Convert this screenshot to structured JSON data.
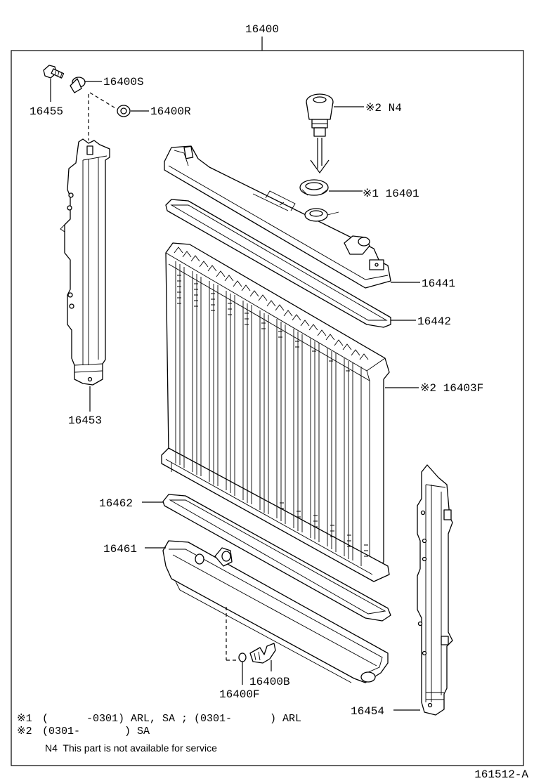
{
  "assembly_label": "16400",
  "part_labels": {
    "p16455": "16455",
    "p16400S": "16400S",
    "p16400R": "16400R",
    "pN4": "※2 N4",
    "p16401": "※1 16401",
    "p16441": "16441",
    "p16442": "16442",
    "p16403F": "※2 16403F",
    "p16453": "16453",
    "p16462": "16462",
    "p16461": "16461",
    "p16400B": "16400B",
    "p16400F": "16400F",
    "p16454": "16454"
  },
  "notes": {
    "note1_mark": "※1",
    "note1_text": "(      -0301) ARL, SA ; (0301-      ) ARL",
    "note2_mark": "※2",
    "note2_text": "(0301-       ) SA",
    "n4_text": "N4  This part is not available for service"
  },
  "diagram_id": "161512-A"
}
